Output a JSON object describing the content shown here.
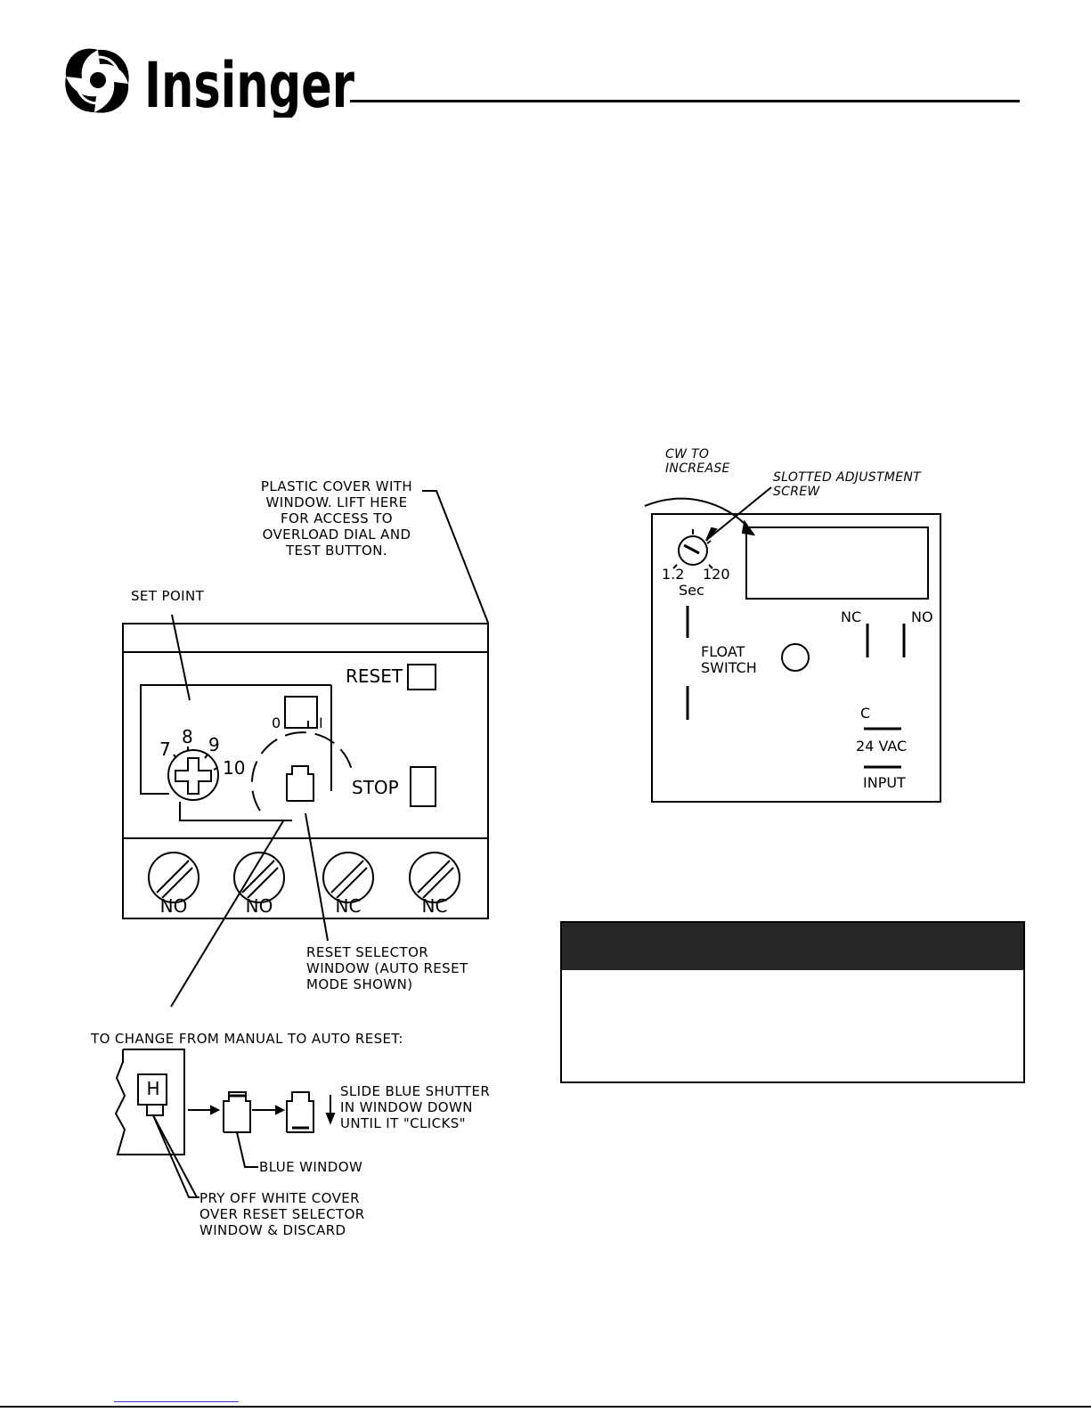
{
  "brand": {
    "name": "Insinger",
    "icon": "spiral-logo-icon"
  },
  "relay_diagram": {
    "plastic_cover": [
      "PLASTIC COVER WITH",
      "WINDOW.  LIFT HERE",
      "FOR ACCESS TO",
      "OVERLOAD DIAL AND",
      "TEST BUTTON."
    ],
    "set_point": "SET POINT",
    "reset_label": "RESET",
    "stop_label": "STOP",
    "switch_zero": "0",
    "switch_one": "I",
    "dial_7": "7",
    "dial_8": "8",
    "dial_9": "9",
    "dial_10": "10",
    "terminals": [
      "NO",
      "NO",
      "NC",
      "NC"
    ],
    "reset_selector": [
      "RESET SELECTOR",
      "WINDOW (AUTO RESET",
      "MODE SHOWN)"
    ],
    "change_heading": "TO CHANGE FROM MANUAL TO AUTO RESET:",
    "h_mark": "H",
    "slide_note": [
      "SLIDE BLUE SHUTTER",
      "IN WINDOW DOWN",
      "UNTIL IT \"CLICKS\""
    ],
    "blue_window": "BLUE WINDOW",
    "pry_note": [
      "PRY OFF WHITE COVER",
      "OVER RESET SELECTOR",
      "WINDOW & DISCARD"
    ]
  },
  "float_diagram": {
    "cw_note": [
      "CW TO",
      "INCREASE"
    ],
    "screw_note": [
      "SLOTTED ADJUSTMENT",
      "SCREW"
    ],
    "min_value": "1.2",
    "max_value": "120",
    "unit": "Sec",
    "float_switch": [
      "FLOAT",
      "SWITCH"
    ],
    "nc_label": "NC",
    "no_label": "NO",
    "c_label": "C",
    "vac_label": "24  VAC",
    "input_label": "INPUT"
  },
  "colors": {
    "ink": "#000000",
    "warning_bar": "#262626",
    "footer_link": "#3a3ad0"
  }
}
